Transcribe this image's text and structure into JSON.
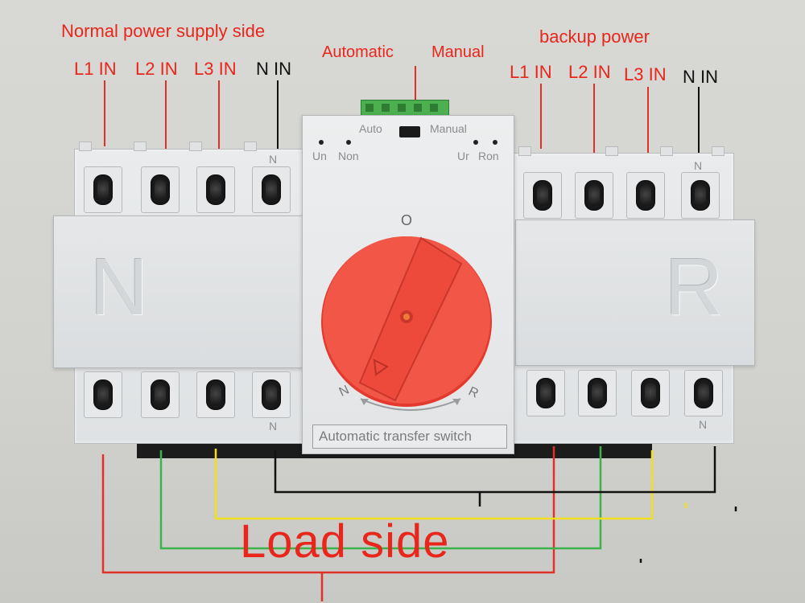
{
  "labels": {
    "normal_title": "Normal power supply side",
    "backup_title": "backup power",
    "automatic": "Automatic",
    "manual": "Manual",
    "left_inputs": [
      "L1 IN",
      "L2 IN",
      "L3 IN",
      "N IN"
    ],
    "right_inputs": [
      "L1 IN",
      "L2 IN",
      "L3 IN",
      "N IN"
    ],
    "load_side": "Load side"
  },
  "device": {
    "left_letter": "N",
    "right_letter": "R",
    "knob_zero": "O",
    "knob_n": "N",
    "knob_r": "R",
    "auto_text": "Auto",
    "manual_text": "Manual",
    "un_text": "Un",
    "non_text": "Non",
    "ur_text": "Ur",
    "ron_text": "Ron",
    "terminal_n": "N",
    "footer": "Automatic transfer switch"
  },
  "colors": {
    "label_red": "#e8261c",
    "knob_red": "#f04a3c",
    "wire_red": "#e0302a",
    "wire_green": "#3cb34a",
    "wire_yellow": "#f0e020",
    "wire_black": "#111111",
    "connector_green": "#4caf50"
  }
}
